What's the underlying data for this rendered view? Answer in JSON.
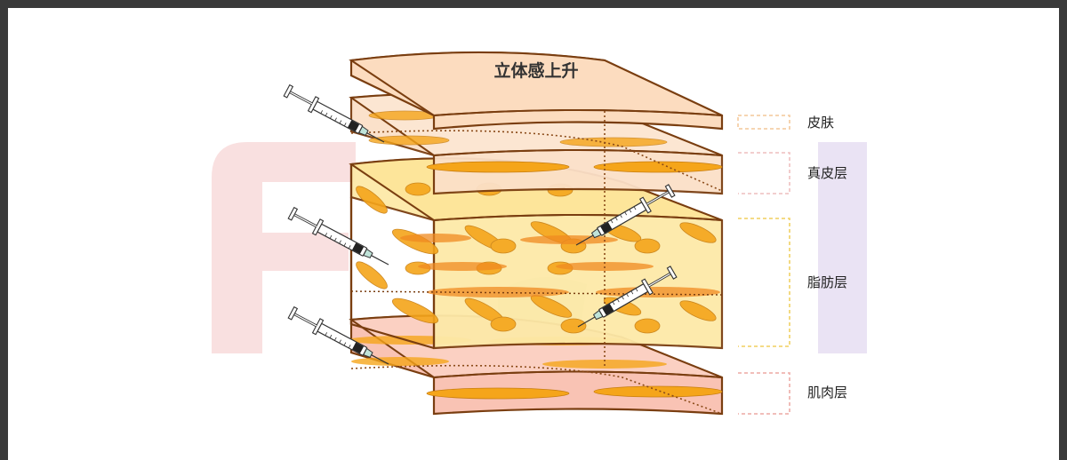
{
  "diagram": {
    "title": "立体感上升",
    "layers": [
      {
        "label": "皮肤",
        "color": "#f5cfa8"
      },
      {
        "label": "真皮层",
        "color": "#f1c7c7"
      },
      {
        "label": "脂肪层",
        "color": "#f2d675"
      },
      {
        "label": "肌肉层",
        "color": "#efb5b0"
      }
    ],
    "colors": {
      "outline": "#7a3e10",
      "skin": "#fcdcbf",
      "dermis": "#fbe0c8",
      "fat": "#fde9a8",
      "muscle": "#f9c3b4",
      "fiber": "#f5a51a",
      "watermark_red": "#f7d6d6",
      "watermark_violet": "#e4dcf0",
      "watermark_green": "#dff0c8"
    },
    "icons": [
      "syringe-icon"
    ]
  }
}
